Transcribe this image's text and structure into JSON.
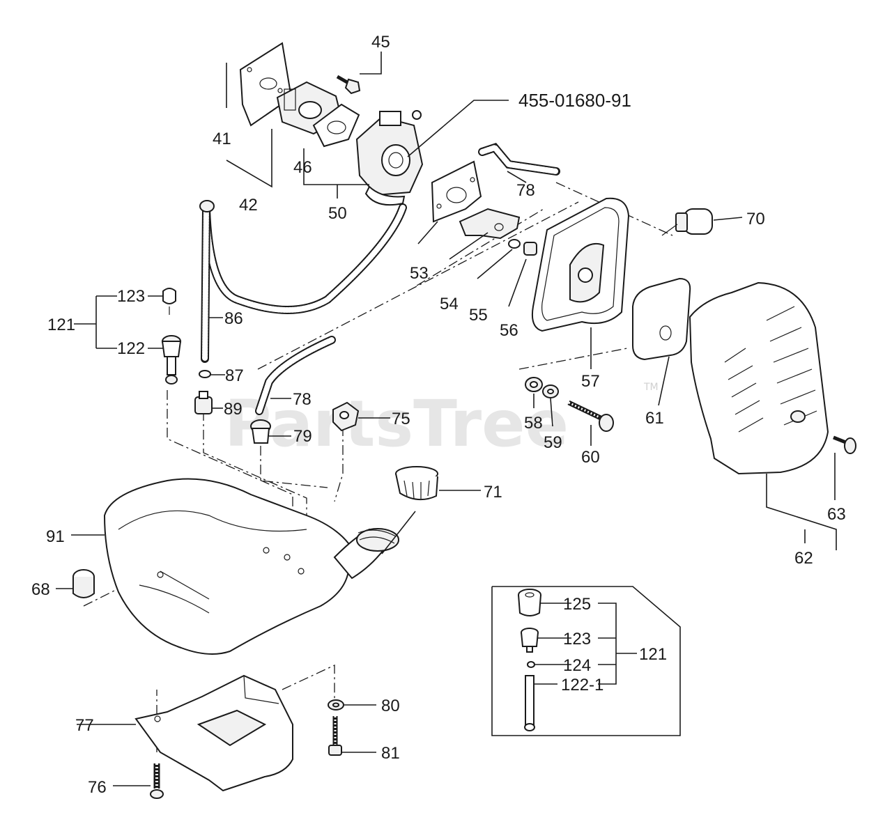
{
  "watermark": {
    "text": "PartsTree",
    "tm": "TM"
  },
  "callouts": {
    "c45": "45",
    "c455": "455-01680-91",
    "c41": "41",
    "c42": "42",
    "c46": "46",
    "c50": "50",
    "c78a": "78",
    "c70": "70",
    "c53": "53",
    "c54": "54",
    "c55": "55",
    "c56": "56",
    "c57": "57",
    "c123a": "123",
    "c121a": "121",
    "c122": "122",
    "c86": "86",
    "c87": "87",
    "c78b": "78",
    "c89": "89",
    "c79": "79",
    "c75": "75",
    "c58": "58",
    "c59": "59",
    "c60": "60",
    "c61": "61",
    "c71": "71",
    "c91": "91",
    "c68": "68",
    "c63": "63",
    "c62": "62",
    "c125": "125",
    "c123b": "123",
    "c124": "124",
    "c121b": "121",
    "c1221": "122-1",
    "c80": "80",
    "c77": "77",
    "c81": "81",
    "c76": "76"
  }
}
